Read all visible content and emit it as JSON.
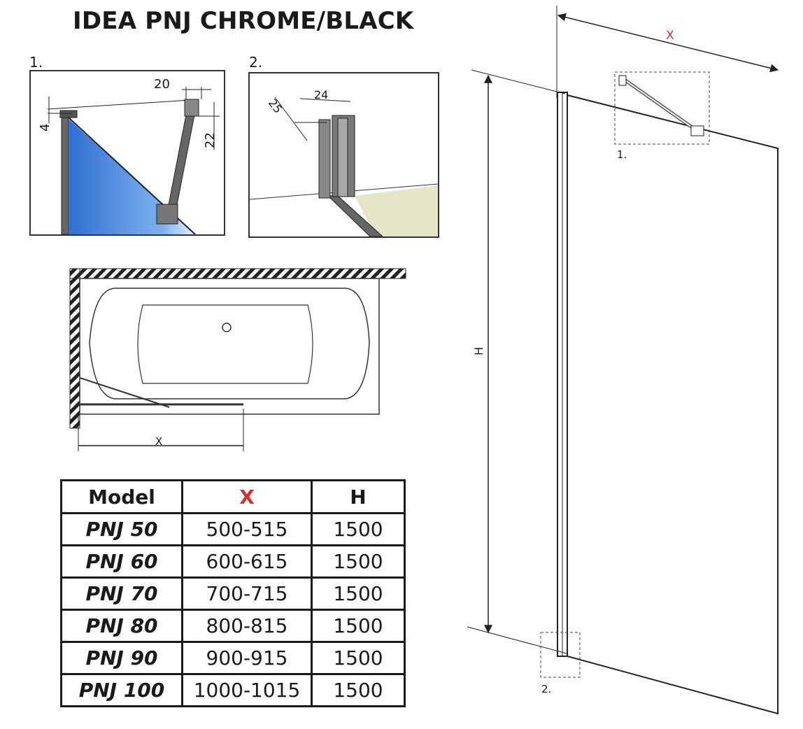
{
  "title": "IDEA PNJ CHROME/BLACK",
  "details": {
    "detail1": {
      "number": "1.",
      "dim_top": "20",
      "dim_left": "4",
      "dim_right": "22"
    },
    "detail2": {
      "number": "2.",
      "dim_a": "25",
      "dim_b": "24"
    }
  },
  "plan_view": {
    "x_label": "X"
  },
  "elevation": {
    "x_label": "X",
    "h_label": "H",
    "callout1": "1.",
    "callout2": "2."
  },
  "table": {
    "headers": {
      "model": "Model",
      "x": "X",
      "h": "H"
    },
    "rows": [
      {
        "model": "PNJ 50",
        "x": "500-515",
        "h": "1500"
      },
      {
        "model": "PNJ 60",
        "x": "600-615",
        "h": "1500"
      },
      {
        "model": "PNJ 70",
        "x": "700-715",
        "h": "1500"
      },
      {
        "model": "PNJ 80",
        "x": "800-815",
        "h": "1500"
      },
      {
        "model": "PNJ 90",
        "x": "900-915",
        "h": "1500"
      },
      {
        "model": "PNJ 100",
        "x": "1000-1015",
        "h": "1500"
      }
    ]
  },
  "colors": {
    "accent_x": "#d32f2f",
    "glass_blue": "#2f6fd0",
    "floor_tint": "#e5e5c8",
    "line": "#333333"
  }
}
